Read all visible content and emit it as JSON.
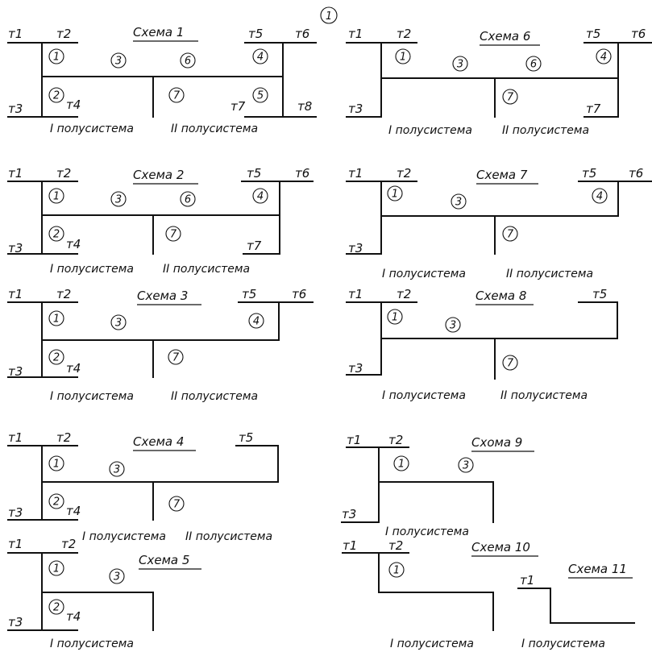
{
  "page_mark": "1",
  "schemes": [
    {
      "title": "Схема 1",
      "terminals": [
        "т1",
        "т2",
        "т3",
        "т4",
        "т5",
        "т6",
        "т7",
        "т8"
      ],
      "numbers": [
        "1",
        "2",
        "3",
        "6",
        "4",
        "5",
        "7"
      ],
      "captions": [
        "I полусистема",
        "II полусистема"
      ]
    },
    {
      "title": "Схема 6",
      "terminals": [
        "т1",
        "т2",
        "т3",
        "т5",
        "т6",
        "т7"
      ],
      "numbers": [
        "1",
        "3",
        "6",
        "4",
        "7"
      ],
      "captions": [
        "I полусистема",
        "II полусистема"
      ]
    },
    {
      "title": "Схема 2",
      "terminals": [
        "т1",
        "т2",
        "т3",
        "т4",
        "т5",
        "т6",
        "т7"
      ],
      "numbers": [
        "1",
        "2",
        "3",
        "6",
        "4",
        "7"
      ],
      "captions": [
        "I полусистема",
        "II полусистема"
      ]
    },
    {
      "title": "Схема 7",
      "terminals": [
        "т1",
        "т2",
        "т3",
        "т5",
        "т6"
      ],
      "numbers": [
        "1",
        "3",
        "4",
        "7"
      ],
      "captions": [
        "I полусистема",
        "II полусистема"
      ]
    },
    {
      "title": "Схема 3",
      "terminals": [
        "т1",
        "т2",
        "т3",
        "т4",
        "т5",
        "т6"
      ],
      "numbers": [
        "1",
        "2",
        "3",
        "4",
        "7"
      ],
      "captions": [
        "I полусистема",
        "II полусистема"
      ]
    },
    {
      "title": "Схема 8",
      "terminals": [
        "т1",
        "т2",
        "т3",
        "т5"
      ],
      "numbers": [
        "1",
        "3",
        "7"
      ],
      "captions": [
        "I полусистема",
        "II полусистема"
      ]
    },
    {
      "title": "Схема 4",
      "terminals": [
        "т1",
        "т2",
        "т3",
        "т4",
        "т5"
      ],
      "numbers": [
        "1",
        "2",
        "3",
        "7"
      ],
      "captions": [
        "I полусистема",
        "II полусистема"
      ]
    },
    {
      "title": "Схома 9",
      "terminals": [
        "т1",
        "т2",
        "т3"
      ],
      "numbers": [
        "1",
        "3"
      ],
      "captions": [
        "I полусистема"
      ]
    },
    {
      "title": "Схема 5",
      "terminals": [
        "т1",
        "т2",
        "т3",
        "т4"
      ],
      "numbers": [
        "1",
        "2",
        "3"
      ],
      "captions": [
        "I полусистема"
      ]
    },
    {
      "title": "Схема 10",
      "terminals": [
        "т1",
        "т2"
      ],
      "numbers": [
        "1"
      ],
      "captions": [
        "I полусистема"
      ]
    },
    {
      "title": "Схема 11",
      "terminals": [
        "т1"
      ],
      "numbers": [],
      "captions": [
        "I полусистема"
      ]
    }
  ]
}
